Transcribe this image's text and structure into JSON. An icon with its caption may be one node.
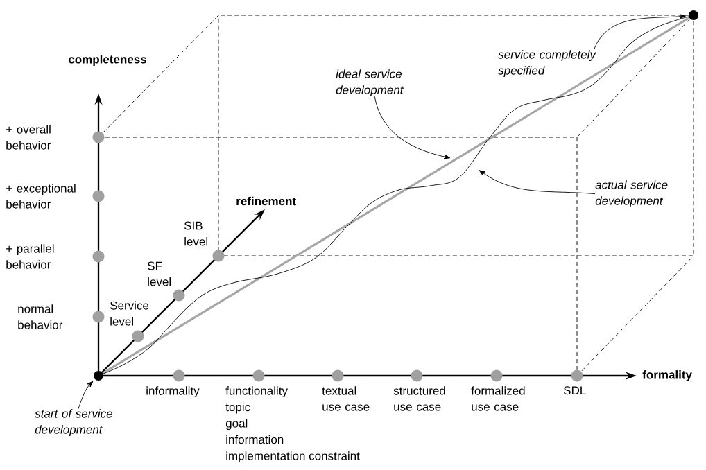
{
  "diagram": {
    "nodes": [
      {
        "text": [],
        "shape": "circle"
      },
      {
        "text": [],
        "shape": "circle"
      },
      {
        "text": [
          "start of service development"
        ]
      },
      {
        "text": [
          "service completely specified"
        ]
      },
      {
        "text": [
          "ideal service development"
        ]
      },
      {
        "text": [
          "actual service development"
        ]
      }
    ],
    "edges": [
      {
        "from": 2,
        "to": 0,
        "arrow": "to"
      },
      {
        "from": 3,
        "to": 1,
        "arrow": "to"
      },
      {
        "from": 4,
        "to": null,
        "arrow": "to"
      },
      {
        "from": 5,
        "to": null,
        "arrow": "to"
      },
      {
        "from": 0,
        "to": 1,
        "arrow": "none",
        "style": "thick",
        "color": "#a6a6a6"
      },
      {
        "from": 0,
        "to": 1,
        "arrow": "none"
      }
    ],
    "labels": [
      "completeness",
      "+ overall behavior",
      "+ exceptional behavior",
      "+ parallel behavior",
      "normal behavior",
      "Service level",
      "SF level",
      "SIB level",
      "refinement",
      "formality",
      "informality",
      "functionality",
      "topic",
      "goal",
      "information",
      "implementation constraint",
      "textual use case",
      "structured use case",
      "formalized use case",
      "SDL"
    ]
  }
}
